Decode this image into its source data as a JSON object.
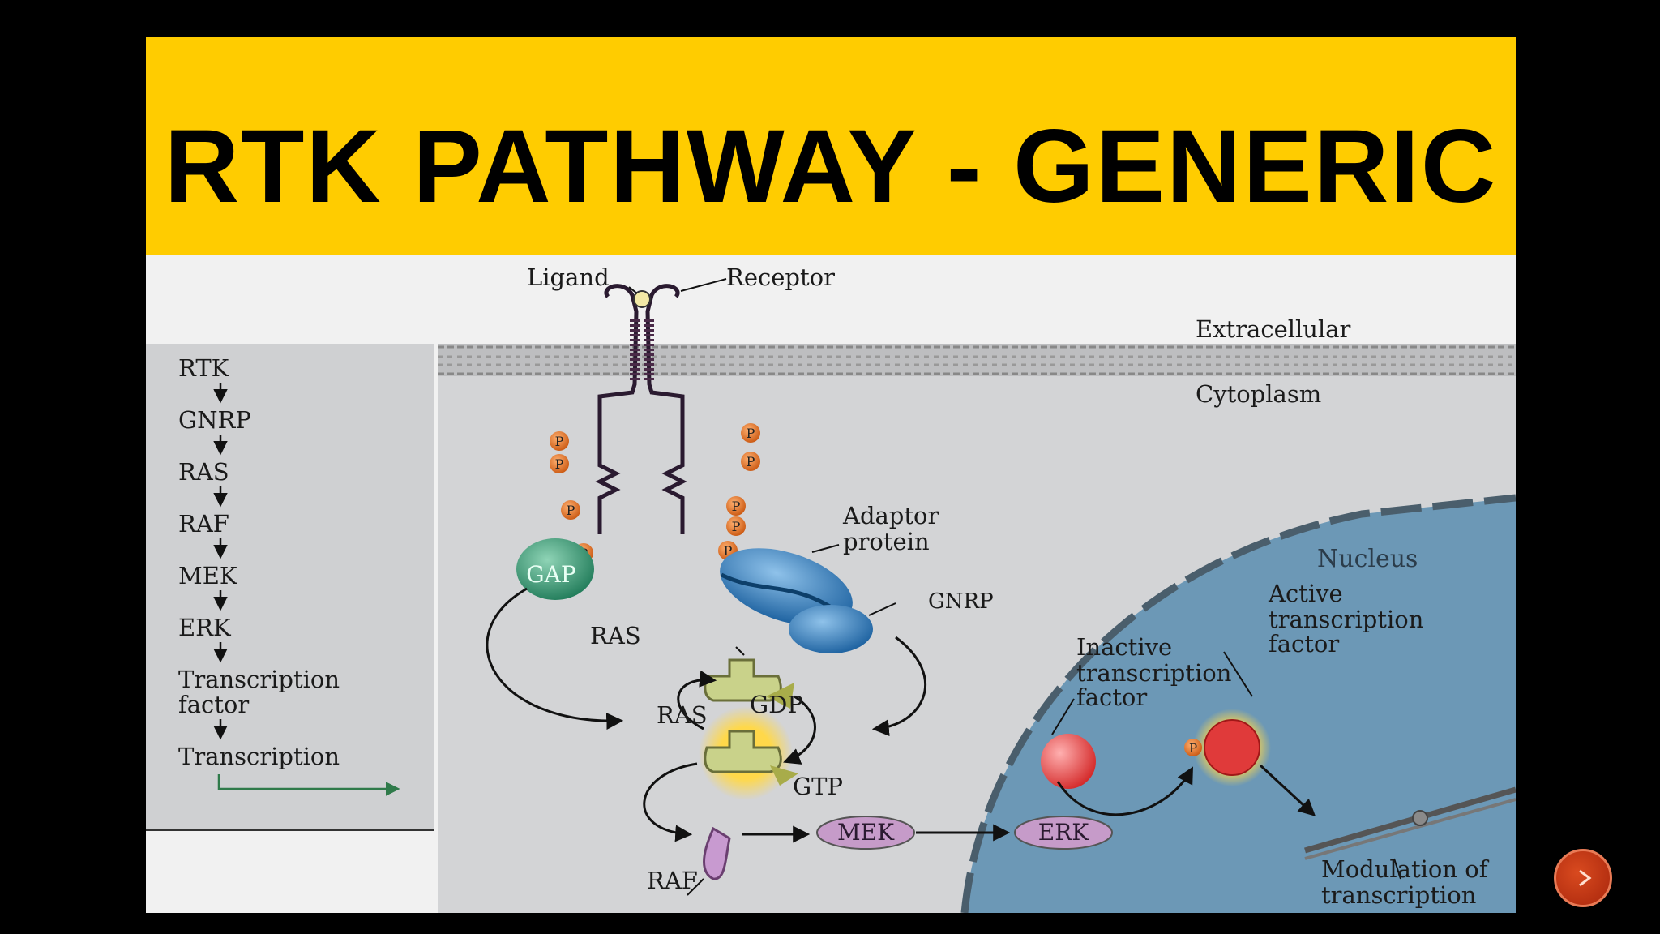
{
  "slide": {
    "title": "RTK PATHWAY - GENERIC"
  },
  "diagram": {
    "labels": {
      "ligand": "Ligand",
      "receptor": "Receptor",
      "extracellular": "Extracellular",
      "cytoplasm": "Cytoplasm",
      "adaptor_line1": "Adaptor",
      "adaptor_line2": "protein",
      "gnrp": "GNRP",
      "gap": "GAP",
      "ras_top": "RAS",
      "ras_bottom": "RAS",
      "gdp": "GDP",
      "gtp": "GTP",
      "raf": "RAF",
      "mek": "MEK",
      "erk": "ERK",
      "nucleus": "Nucleus",
      "inactive_line1": "Inactive",
      "inactive_line2": "transcription",
      "inactive_line3": "factor",
      "active_line1": "Active",
      "active_line2": "transcription",
      "active_line3": "factor",
      "modulation_line1": "Modulation of",
      "modulation_line2": "transcription",
      "phospho": "P"
    },
    "sequence": [
      "RTK",
      "GNRP",
      "RAS",
      "RAF",
      "MEK",
      "ERK",
      "Transcription factor",
      "Transcription"
    ],
    "colors": {
      "banner": "#ffcc00",
      "gap": "#2e8b6a",
      "gnrp": "#1f6fb0",
      "nucleus": "#5f8fae",
      "active_factor": "#e03a3a",
      "kinase": "#c79bc9",
      "phosphate": "#d9661a"
    }
  },
  "controls": {
    "next_icon": "next-slide-icon"
  }
}
